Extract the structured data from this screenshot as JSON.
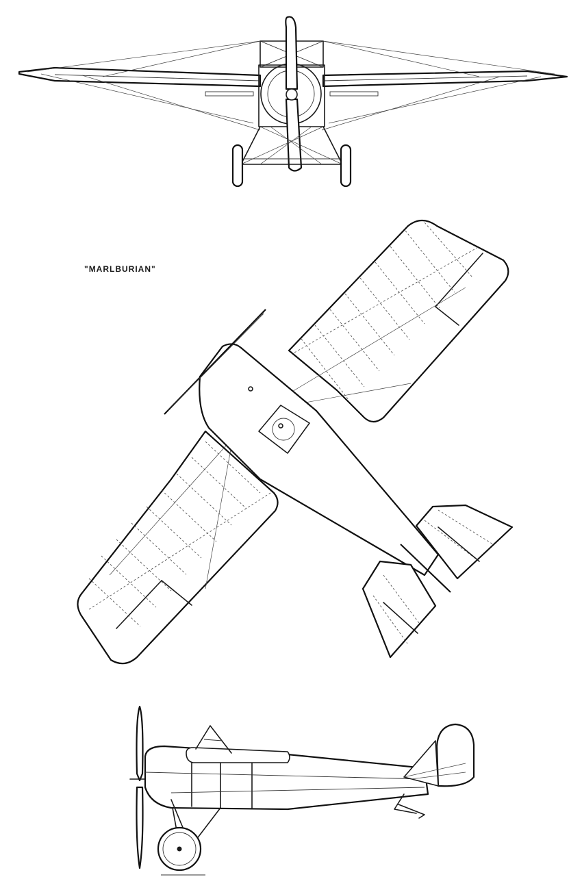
{
  "drawing": {
    "title": "\"MARLBURIAN\"",
    "ink_color": "#1a1a1a",
    "paper_color": "#ffffff",
    "views": [
      "front-view",
      "plan-view",
      "side-view"
    ]
  }
}
